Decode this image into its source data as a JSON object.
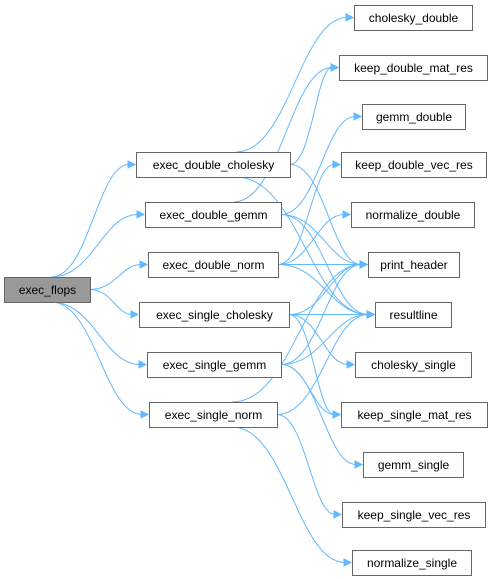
{
  "graph": {
    "nodes": [
      {
        "id": "exec_flops",
        "label": "exec_flops",
        "root": true
      },
      {
        "id": "exec_double_cholesky",
        "label": "exec_double_cholesky"
      },
      {
        "id": "exec_double_gemm",
        "label": "exec_double_gemm"
      },
      {
        "id": "exec_double_norm",
        "label": "exec_double_norm"
      },
      {
        "id": "exec_single_cholesky",
        "label": "exec_single_cholesky"
      },
      {
        "id": "exec_single_gemm",
        "label": "exec_single_gemm"
      },
      {
        "id": "exec_single_norm",
        "label": "exec_single_norm"
      },
      {
        "id": "cholesky_double",
        "label": "cholesky_double"
      },
      {
        "id": "keep_double_mat_res",
        "label": "keep_double_mat_res"
      },
      {
        "id": "gemm_double",
        "label": "gemm_double"
      },
      {
        "id": "keep_double_vec_res",
        "label": "keep_double_vec_res"
      },
      {
        "id": "normalize_double",
        "label": "normalize_double"
      },
      {
        "id": "print_header",
        "label": "print_header"
      },
      {
        "id": "resultline",
        "label": "resultline"
      },
      {
        "id": "cholesky_single",
        "label": "cholesky_single"
      },
      {
        "id": "keep_single_mat_res",
        "label": "keep_single_mat_res"
      },
      {
        "id": "gemm_single",
        "label": "gemm_single"
      },
      {
        "id": "keep_single_vec_res",
        "label": "keep_single_vec_res"
      },
      {
        "id": "normalize_single",
        "label": "normalize_single"
      }
    ],
    "edges": [
      [
        "exec_flops",
        "exec_double_cholesky"
      ],
      [
        "exec_flops",
        "exec_double_gemm"
      ],
      [
        "exec_flops",
        "exec_double_norm"
      ],
      [
        "exec_flops",
        "exec_single_cholesky"
      ],
      [
        "exec_flops",
        "exec_single_gemm"
      ],
      [
        "exec_flops",
        "exec_single_norm"
      ],
      [
        "exec_double_cholesky",
        "cholesky_double"
      ],
      [
        "exec_double_cholesky",
        "keep_double_mat_res"
      ],
      [
        "exec_double_cholesky",
        "print_header"
      ],
      [
        "exec_double_cholesky",
        "resultline"
      ],
      [
        "exec_double_gemm",
        "gemm_double"
      ],
      [
        "exec_double_gemm",
        "keep_double_mat_res"
      ],
      [
        "exec_double_gemm",
        "print_header"
      ],
      [
        "exec_double_gemm",
        "resultline"
      ],
      [
        "exec_double_norm",
        "keep_double_vec_res"
      ],
      [
        "exec_double_norm",
        "normalize_double"
      ],
      [
        "exec_double_norm",
        "print_header"
      ],
      [
        "exec_double_norm",
        "resultline"
      ],
      [
        "exec_single_cholesky",
        "print_header"
      ],
      [
        "exec_single_cholesky",
        "resultline"
      ],
      [
        "exec_single_cholesky",
        "cholesky_single"
      ],
      [
        "exec_single_cholesky",
        "keep_single_mat_res"
      ],
      [
        "exec_single_gemm",
        "print_header"
      ],
      [
        "exec_single_gemm",
        "resultline"
      ],
      [
        "exec_single_gemm",
        "keep_single_mat_res"
      ],
      [
        "exec_single_gemm",
        "gemm_single"
      ],
      [
        "exec_single_norm",
        "print_header"
      ],
      [
        "exec_single_norm",
        "resultline"
      ],
      [
        "exec_single_norm",
        "keep_single_vec_res"
      ],
      [
        "exec_single_norm",
        "normalize_single"
      ]
    ]
  },
  "colors": {
    "edge": "#63b8ff",
    "node_border": "#666666",
    "node_fill": "#ffffff",
    "root_fill": "#999999"
  }
}
